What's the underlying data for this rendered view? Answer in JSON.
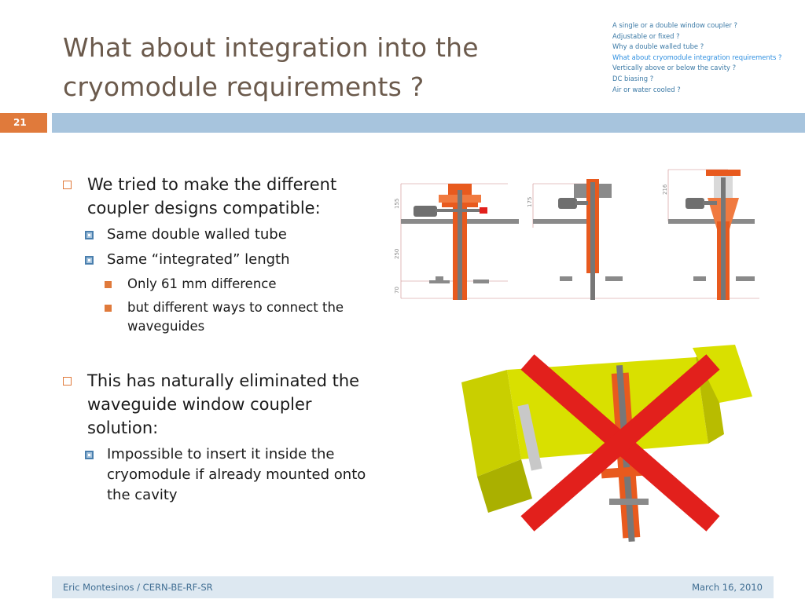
{
  "slide": {
    "title_line1": "What about integration into the",
    "title_line2": "cryomodule requirements ?",
    "number": "21"
  },
  "agenda": [
    "A single or a double window coupler ?",
    "Adjustable or fixed ?",
    "Why a double walled tube ?",
    "What about cryomodule integration requirements ?",
    "Vertically above or below the cavity ?",
    "DC biasing ?",
    "Air or water cooled ?"
  ],
  "bullets": {
    "b1": "We tried to make the different coupler designs compatible:",
    "b1_1": "Same double walled tube",
    "b1_2": "Same “integrated” length",
    "b1_2_1": "Only 61 mm difference",
    "b1_2_2": "but different ways to connect the waveguides",
    "b2": "This has naturally eliminated the waveguide window coupler solution:",
    "b2_1": "Impossible to insert it inside the cryomodule if already mounted onto the cavity"
  },
  "drawing": {
    "dim_155": "155",
    "dim_250": "250",
    "dim_70": "70",
    "dim_175": "175",
    "dim_216": "216"
  },
  "footer": {
    "author": "Eric Montesinos / CERN-BE-RF-SR",
    "date": "March 16, 2010"
  },
  "colors": {
    "accent": "#e07a3b",
    "band": "#a7c4dd",
    "title": "#6b5a4c",
    "coupler_orange": "#e85a1e",
    "waveguide_yellow": "#d9e000",
    "cross_red": "#e2201c"
  }
}
